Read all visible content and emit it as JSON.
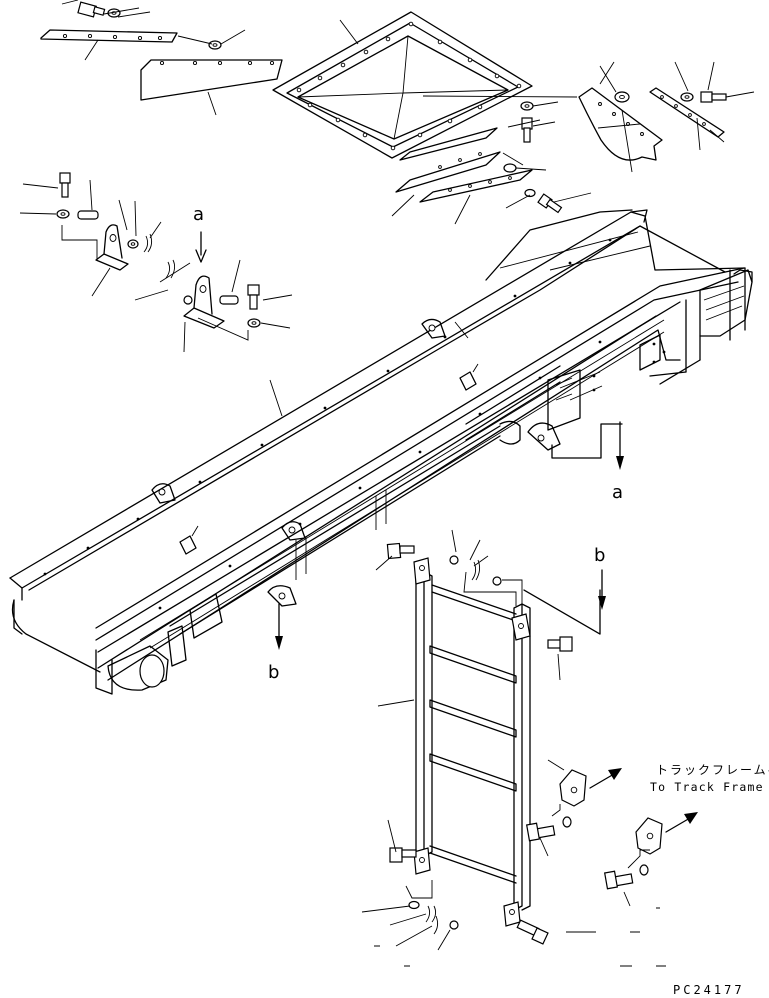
{
  "drawing": {
    "view_labels": {
      "a": "a",
      "b": "b"
    },
    "note_jp": "トラックフレームへ",
    "note_en": "To Track Frame",
    "drawing_number": "PC24177"
  }
}
